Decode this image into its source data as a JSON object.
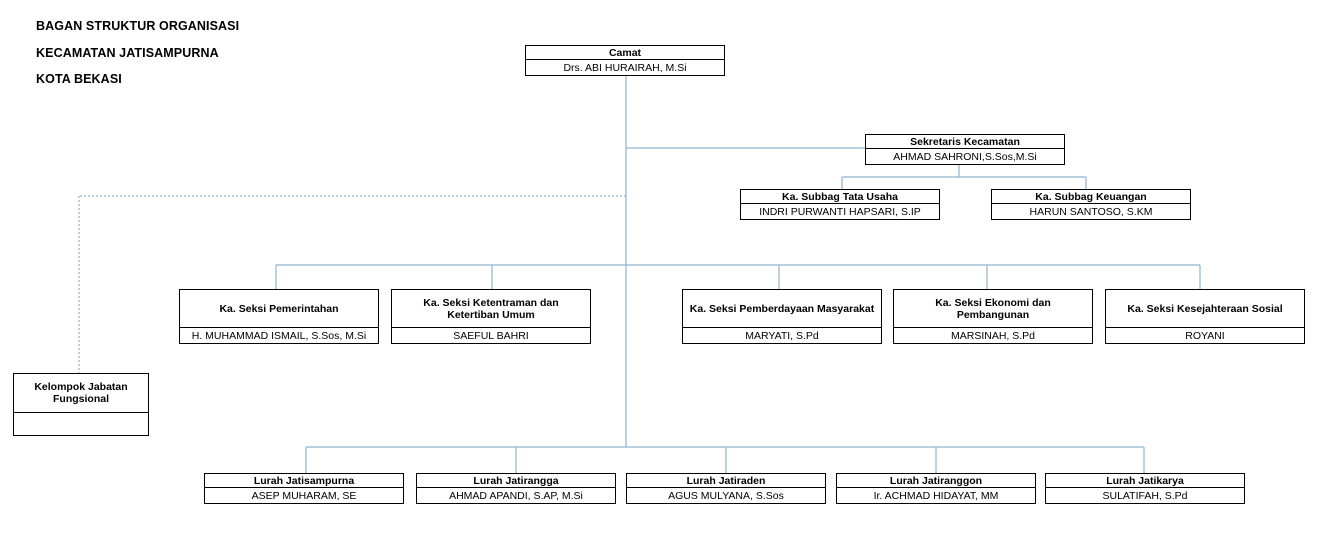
{
  "header": {
    "line1": "BAGAN STRUKTUR ORGANISASI",
    "line2": "KECAMATAN JATISAMPURNA",
    "line3": "KOTA BEKASI"
  },
  "camat": {
    "title": "Camat",
    "name": "Drs. ABI HURAIRAH, M.Si"
  },
  "sekretaris": {
    "title": "Sekretaris Kecamatan",
    "name": "AHMAD SAHRONI,S.Sos,M.Si"
  },
  "subbag": [
    {
      "title": "Ka. Subbag Tata Usaha",
      "name": "INDRI PURWANTI HAPSARI, S.IP"
    },
    {
      "title": "Ka. Subbag Keuangan",
      "name": "HARUN SANTOSO, S.KM"
    }
  ],
  "seksi": [
    {
      "title": "Ka. Seksi Pemerintahan",
      "name": "H. MUHAMMAD ISMAIL, S.Sos, M.Si"
    },
    {
      "title": "Ka. Seksi Ketentraman dan Ketertiban Umum",
      "name": "SAEFUL BAHRI"
    },
    {
      "title": "Ka. Seksi Pemberdayaan Masyarakat",
      "name": "MARYATI, S.Pd"
    },
    {
      "title": "Ka. Seksi Ekonomi dan Pembangunan",
      "name": "MARSINAH, S.Pd"
    },
    {
      "title": "Ka. Seksi Kesejahteraan Sosial",
      "name": "ROYANI"
    }
  ],
  "fungsional": {
    "title": "Kelompok Jabatan Fungsional",
    "name": ""
  },
  "lurah": [
    {
      "title": "Lurah Jatisampurna",
      "name": "ASEP MUHARAM, SE"
    },
    {
      "title": "Lurah Jatirangga",
      "name": "AHMAD APANDI, S.AP, M.Si"
    },
    {
      "title": "Lurah Jatiraden",
      "name": "AGUS MULYANA, S.Sos"
    },
    {
      "title": "Lurah Jatiranggon",
      "name": "Ir. ACHMAD HIDAYAT, MM"
    },
    {
      "title": "Lurah Jatikarya",
      "name": "SULATIFAH, S.Pd"
    }
  ],
  "colors": {
    "connector": "#8fb3cf",
    "border": "#000000"
  }
}
